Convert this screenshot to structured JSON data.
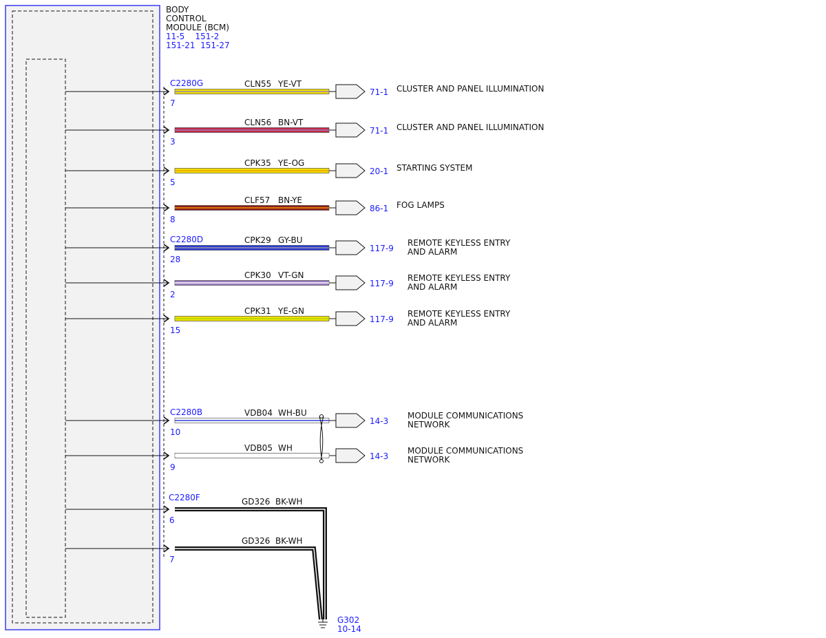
{
  "module": {
    "title_lines": [
      "BODY",
      "CONTROL",
      "MODULE (BCM)"
    ],
    "ref_lines": [
      "11-5    151-2",
      "151-21  151-27"
    ]
  },
  "colors": {
    "module_border": "#3a3af0",
    "module_fill": "#f2f2f2",
    "ref_text": "#1a1aff",
    "YE": "#f2e100",
    "VT": "#9a7cc0",
    "BN": "#8b1f1f",
    "RD": "#c62a46",
    "OG": "#f29a00",
    "GY": "#9a9a9a",
    "BU": "#2b3bd8",
    "GN": "#a8d400",
    "WH": "#ffffff",
    "BK": "#111111"
  },
  "wires": [
    {
      "connector": "C2280G",
      "pin": "7",
      "circuit": "CLN55",
      "color_code": "YE-VT",
      "base": "YE",
      "stripe": "VT",
      "dest_ref": "71-1",
      "dest_lines": [
        "CLUSTER AND PANEL ILLUMINATION"
      ]
    },
    {
      "connector": "",
      "pin": "3",
      "circuit": "CLN56",
      "color_code": "BN-VT",
      "base": "RD",
      "stripe": "VT",
      "dest_ref": "71-1",
      "dest_lines": [
        "CLUSTER AND PANEL ILLUMINATION"
      ]
    },
    {
      "connector": "",
      "pin": "5",
      "circuit": "CPK35",
      "color_code": "YE-OG",
      "base": "YE",
      "stripe": "OG",
      "dest_ref": "20-1",
      "dest_lines": [
        "STARTING SYSTEM"
      ]
    },
    {
      "connector": "",
      "pin": "8",
      "circuit": "CLF57",
      "color_code": "BN-YE",
      "base": "BN",
      "stripe": "OG",
      "dest_ref": "86-1",
      "dest_lines": [
        "FOG LAMPS"
      ]
    },
    {
      "connector": "C2280D",
      "pin": "28",
      "circuit": "CPK29",
      "color_code": "GY-BU",
      "base": "BU",
      "stripe": "GY",
      "dest_ref": "117-9",
      "dest_lines": [
        "REMOTE KEYLESS ENTRY",
        "AND ALARM"
      ]
    },
    {
      "connector": "",
      "pin": "2",
      "circuit": "CPK30",
      "color_code": "VT-GN",
      "base": "VT",
      "stripe": "WH",
      "dest_ref": "117-9",
      "dest_lines": [
        "REMOTE KEYLESS ENTRY",
        "AND ALARM"
      ]
    },
    {
      "connector": "",
      "pin": "15",
      "circuit": "CPK31",
      "color_code": "YE-GN",
      "base": "YE",
      "stripe": "GN",
      "dest_ref": "117-9",
      "dest_lines": [
        "REMOTE KEYLESS ENTRY",
        "AND ALARM"
      ]
    },
    {
      "connector": "C2280B",
      "pin": "10",
      "circuit": "VDB04",
      "color_code": "WH-BU",
      "base": "WH",
      "stripe": "BU",
      "dest_ref": "14-3",
      "dest_lines": [
        "MODULE COMMUNICATIONS",
        "NETWORK"
      ]
    },
    {
      "connector": "",
      "pin": "9",
      "circuit": "VDB05",
      "color_code": "WH",
      "base": "WH",
      "stripe": "WH",
      "dest_ref": "14-3",
      "dest_lines": [
        "MODULE COMMUNICATIONS",
        "NETWORK"
      ]
    }
  ],
  "ground_wires": [
    {
      "connector": "C2280F",
      "pin": "6",
      "circuit": "GD326",
      "color_code": "BK-WH"
    },
    {
      "connector": "",
      "pin": "7",
      "circuit": "GD326",
      "color_code": "BK-WH"
    }
  ],
  "ground": {
    "name": "G302",
    "ref": "10-14"
  }
}
